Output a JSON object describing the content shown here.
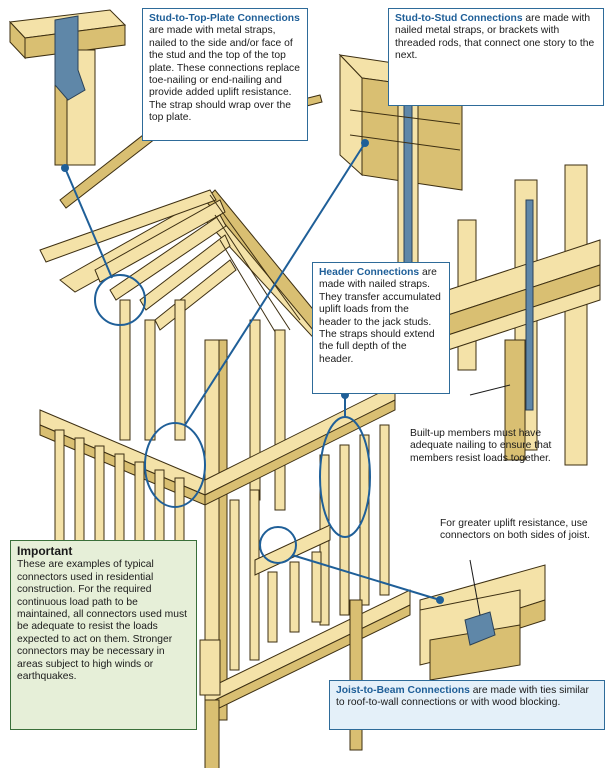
{
  "callouts": {
    "top_plate": {
      "heading": "Stud-to-Top-Plate Connections",
      "body": " are made with metal straps, nailed to the side and/or face of the stud and the top of the top plate. These connections replace toe-nailing or end-nailing and provide added uplift resistance. The strap should wrap over the top plate."
    },
    "stud_to_stud": {
      "heading": "Stud-to-Stud Connections",
      "body": " are made with nailed metal straps, or brackets with threaded rods, that connect one story to the next."
    },
    "header": {
      "heading": "Header Connections",
      "body": " are made with nailed straps. They transfer accumulated uplift loads from the header to the jack studs. The straps should extend the full depth of the header."
    },
    "built_up": {
      "body": "Built-up members must have adequate nailing to ensure that members resist loads together."
    },
    "uplift": {
      "body": "For greater uplift resistance, use connectors on both sides of joist."
    },
    "joist_beam": {
      "heading": "Joist-to-Beam Connections",
      "body": " are made with ties similar to roof-to-wall connections or with wood blocking."
    },
    "important": {
      "title": "Important",
      "body": "These are examples of typical connectors used in residential construction. For the required continuous load path to be maintained, all connectors used must be adequate to resist the loads expected to act on them. Stronger connectors may be necessary in areas subject to high winds or earthquakes."
    }
  },
  "colors": {
    "wood": "#f4e2a8",
    "wood_dark": "#d9bf72",
    "outline": "#3d2f12",
    "leader": "#1f5f98",
    "steel": "#5f87a8",
    "callout_border": "#2e6b99",
    "important_bg": "#e6efd8",
    "important_border": "#3a6f3a"
  }
}
